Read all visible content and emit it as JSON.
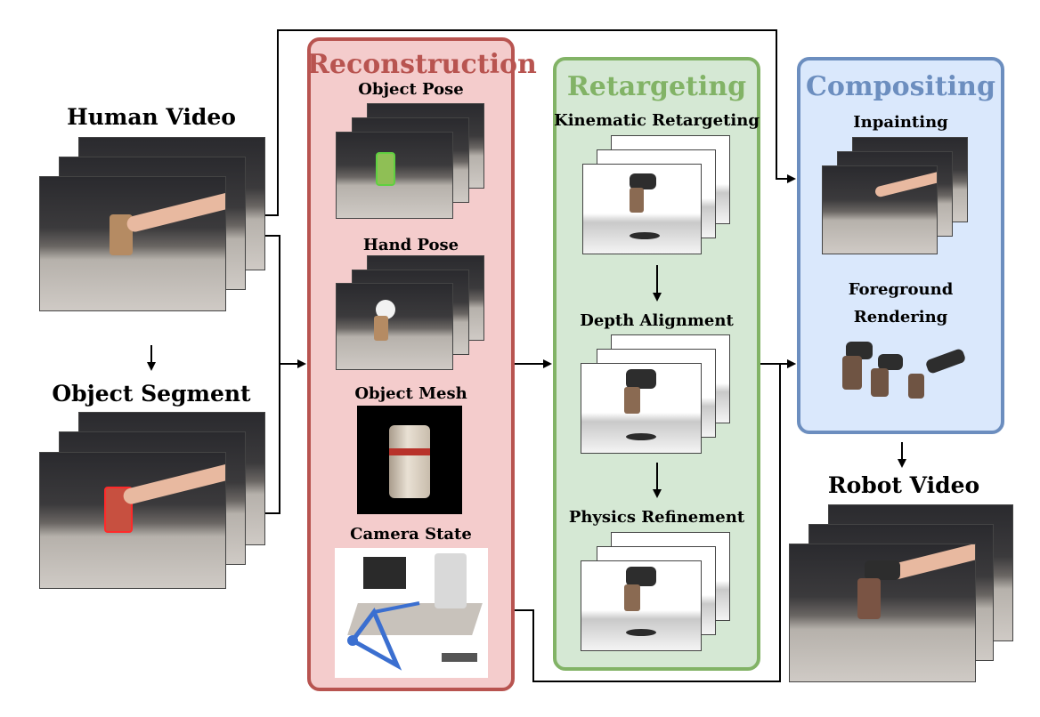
{
  "inputs": {
    "human_video": "Human Video",
    "object_segment": "Object Segment"
  },
  "reconstruction": {
    "title": "Reconstruction",
    "items": [
      "Object Pose",
      "Hand Pose",
      "Object Mesh",
      "Camera State"
    ]
  },
  "retargeting": {
    "title": "Retargeting",
    "items": [
      "Kinematic Retargeting",
      "Depth Alignment",
      "Physics Refinement"
    ]
  },
  "compositing": {
    "title": "Compositing",
    "items": [
      "Inpainting",
      "Foreground",
      "Rendering"
    ]
  },
  "output": {
    "robot_video": "Robot Video"
  },
  "colors": {
    "reconstruction_fill": "#f4cccc",
    "reconstruction_border": "#b85450",
    "reconstruction_title": "#b85450",
    "retargeting_fill": "#d5e8d4",
    "retargeting_border": "#82b366",
    "retargeting_title": "#82b366",
    "compositing_fill": "#dae8fc",
    "compositing_border": "#6c8ebf",
    "compositing_title": "#6c8ebf",
    "arrow": "#000000"
  }
}
